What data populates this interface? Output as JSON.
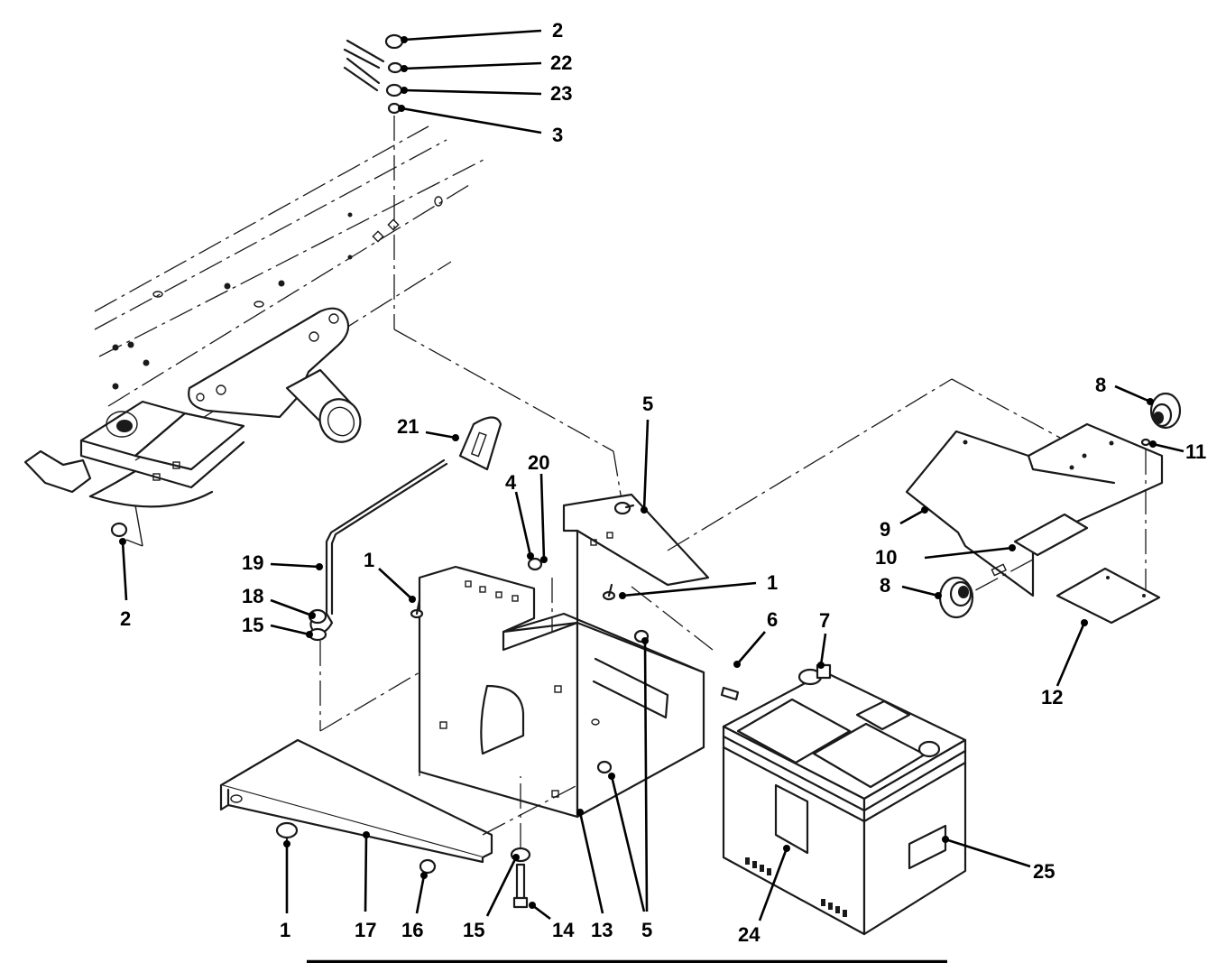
{
  "diagram": {
    "callouts": [
      {
        "id": "c2a",
        "label": "2"
      },
      {
        "id": "c22",
        "label": "22"
      },
      {
        "id": "c23",
        "label": "23"
      },
      {
        "id": "c3",
        "label": "3"
      },
      {
        "id": "c2b",
        "label": "2"
      },
      {
        "id": "c21",
        "label": "21"
      },
      {
        "id": "c5a",
        "label": "5"
      },
      {
        "id": "c4",
        "label": "4"
      },
      {
        "id": "c20",
        "label": "20"
      },
      {
        "id": "c1a",
        "label": "1"
      },
      {
        "id": "c1b",
        "label": "1"
      },
      {
        "id": "c6",
        "label": "6"
      },
      {
        "id": "c19",
        "label": "19"
      },
      {
        "id": "c18",
        "label": "18"
      },
      {
        "id": "c15a",
        "label": "15"
      },
      {
        "id": "c8a",
        "label": "8"
      },
      {
        "id": "c11",
        "label": "11"
      },
      {
        "id": "c9",
        "label": "9"
      },
      {
        "id": "c10",
        "label": "10"
      },
      {
        "id": "c8b",
        "label": "8"
      },
      {
        "id": "c12",
        "label": "12"
      },
      {
        "id": "c7",
        "label": "7"
      },
      {
        "id": "c1c",
        "label": "1"
      },
      {
        "id": "c17",
        "label": "17"
      },
      {
        "id": "c16",
        "label": "16"
      },
      {
        "id": "c15b",
        "label": "15"
      },
      {
        "id": "c14",
        "label": "14"
      },
      {
        "id": "c13",
        "label": "13"
      },
      {
        "id": "c5b",
        "label": "5"
      },
      {
        "id": "c24",
        "label": "24"
      },
      {
        "id": "c25",
        "label": "25"
      }
    ]
  }
}
